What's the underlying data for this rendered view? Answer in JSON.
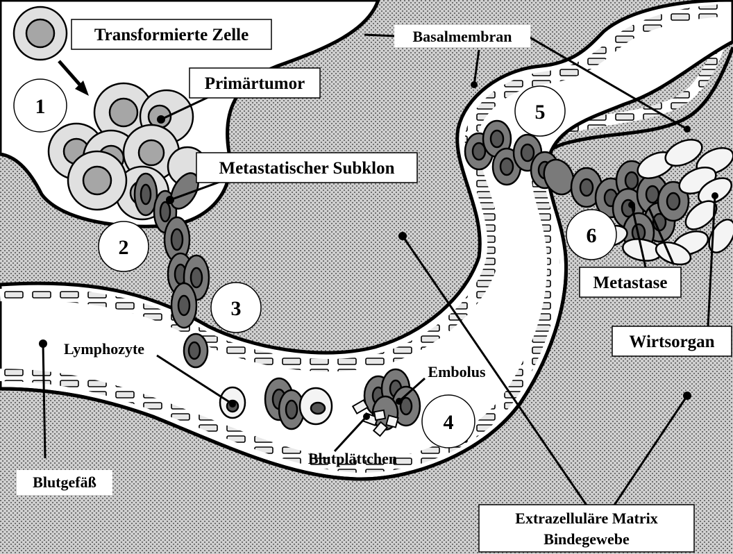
{
  "labels": {
    "transformed_cell": "Transformierte Zelle",
    "basement_membrane": "Basalmembran",
    "primary_tumor": "Primärtumor",
    "metastatic_subclone": "Metastatischer Subklon",
    "metastasis": "Metastase",
    "host_organ": "Wirtsorgan",
    "lymphocyte": "Lymphozyte",
    "embolus": "Embolus",
    "platelets": "Blutplättchen",
    "blood_vessel": "Blutgefäß",
    "ecm_line1": "Extrazelluläre Matrix",
    "ecm_line2": "Bindegewebe"
  },
  "steps": [
    "1",
    "2",
    "3",
    "4",
    "5",
    "6"
  ],
  "colors": {
    "tissue": "#c8c8c8",
    "tissue_dot": "#7a7a7a",
    "normal_cell": "#e0e0e0",
    "normal_nucleus": "#a6a6a6",
    "metastatic_cell": "#7a7a7a",
    "metastatic_nucleus": "#555555",
    "host_cell": "#f4f4f4",
    "host_nucleus": "#bdbdbd",
    "outline": "#000000"
  }
}
